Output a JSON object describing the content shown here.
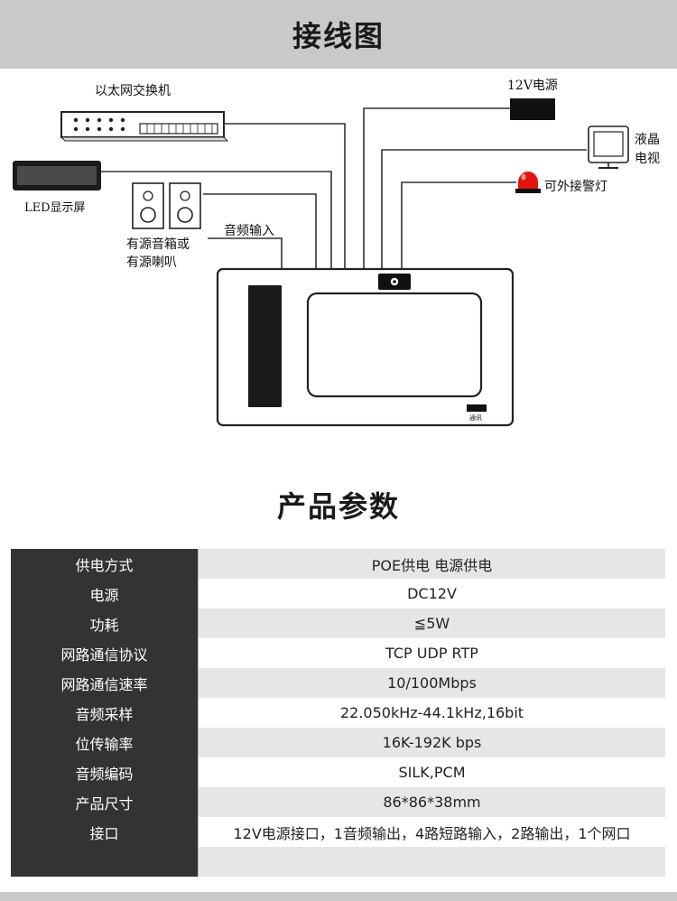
{
  "header": {
    "title": "接线图"
  },
  "diagram": {
    "ethernet_switch": "以太网交换机",
    "led_display": "LED显示屏",
    "speaker_line1": "有源音箱或",
    "speaker_line2": "有源喇叭",
    "audio_input": "音频输入",
    "power_12v": "12V电源",
    "lcd_tv_line1": "液晶",
    "lcd_tv_line2": "电视",
    "alarm_light": "可外接警灯",
    "device_port_label": "通讯"
  },
  "params": {
    "title": "产品参数",
    "rows": [
      {
        "key": "供电方式",
        "value": "POE供电  电源供电"
      },
      {
        "key": "电源",
        "value": "DC12V"
      },
      {
        "key": "功耗",
        "value": "≦5W"
      },
      {
        "key": "网路通信协议",
        "value": "TCP UDP RTP"
      },
      {
        "key": "网路通信速率",
        "value": "10/100Mbps"
      },
      {
        "key": "音频采样",
        "value": "22.050kHz-44.1kHz,16bit"
      },
      {
        "key": "位传输率",
        "value": "16K-192K bps"
      },
      {
        "key": "音频编码",
        "value": "SILK,PCM"
      },
      {
        "key": "产品尺寸",
        "value": "86*86*38mm"
      },
      {
        "key": "接口",
        "value": "12V电源接口，1音频输出，4路短路输入，2路输出，1个网口"
      },
      {
        "key": "",
        "value": ""
      }
    ]
  }
}
